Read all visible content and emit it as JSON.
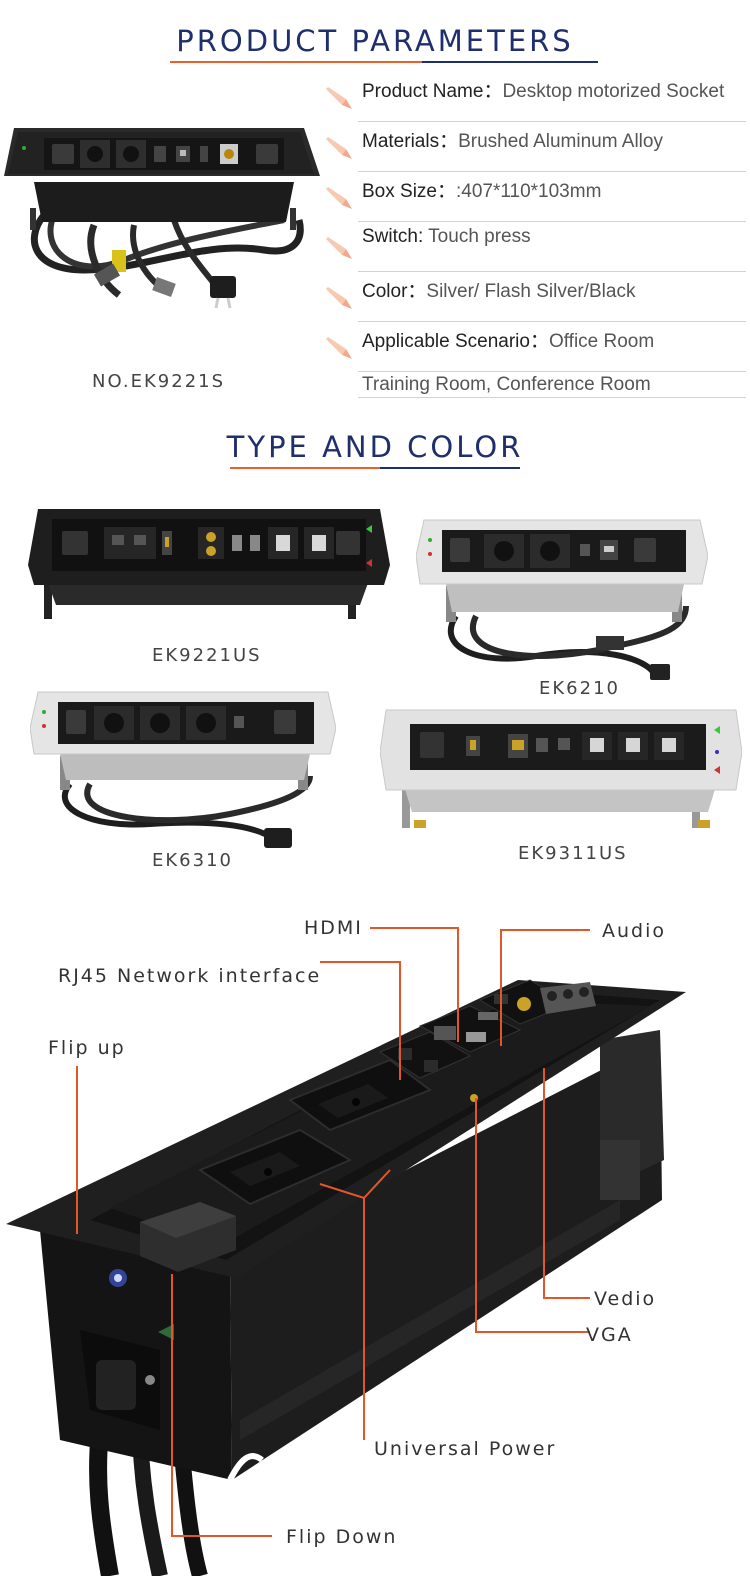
{
  "parameters": {
    "title": "PRODUCT PARAMETERS",
    "model": "NO.EK9221S",
    "rows": [
      {
        "label": "Product Name：",
        "value": "Desktop motorized Socket"
      },
      {
        "label": "Materials：",
        "value": "Brushed Aluminum Alloy"
      },
      {
        "label": "Box Size：",
        "value": ":407*110*103mm"
      },
      {
        "label": "Switch:",
        "value": " Touch press"
      },
      {
        "label": "Color：",
        "value": "Silver/ Flash Silver/Black"
      },
      {
        "label": "Applicable Scenario：",
        "value": "Office Room"
      }
    ],
    "continuation": "Training Room, Conference Room"
  },
  "type_color": {
    "title": "TYPE AND COLOR",
    "models": [
      "EK9221US",
      "EK6210",
      "EK6310",
      "EK9311US"
    ]
  },
  "diagram": {
    "labels": {
      "hdmi": "HDMI",
      "audio": "Audio",
      "rj45": "RJ45 Network interface",
      "flip_up": "Flip up",
      "vedio": "Vedio",
      "vga": "VGA",
      "universal_power": "Universal Power",
      "flip_down": "Flip Down"
    }
  },
  "colors": {
    "title": "#1f2f6b",
    "accent": "#e8602c",
    "leader": "#e2572a",
    "divider": "#f2c8b4"
  }
}
